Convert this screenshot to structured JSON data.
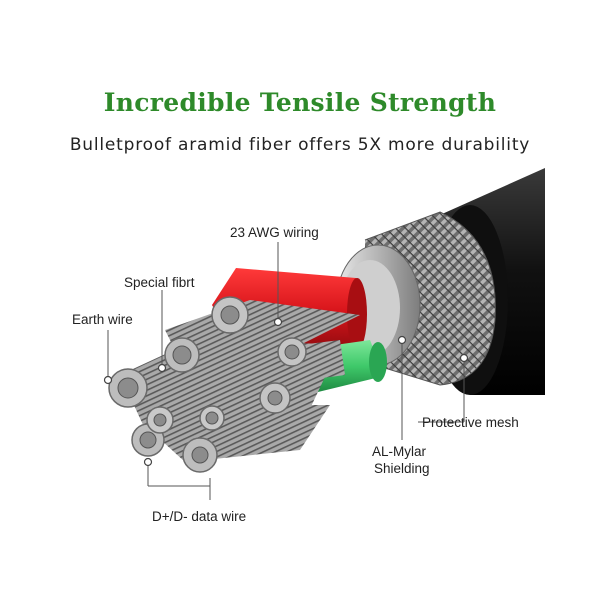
{
  "header": {
    "title": "Incredible Tensile Strength",
    "subtitle": "Bulletproof aramid fiber offers 5X more durability"
  },
  "labels": {
    "awg": "23 AWG wiring",
    "special": "Special fibrt",
    "earth": "Earth wire",
    "protective": "Protective mesh",
    "shield_line1": "AL-Mylar",
    "shield_line2": "Shielding",
    "data": "D+/D- data wire"
  },
  "colors": {
    "title": "#2e8a2a",
    "jacket": "#1a1a1a",
    "mesh": "#8a8a8a",
    "red_wire": "#d9161c",
    "green_wire": "#3fc96a",
    "strands": "#9a9a9a"
  }
}
